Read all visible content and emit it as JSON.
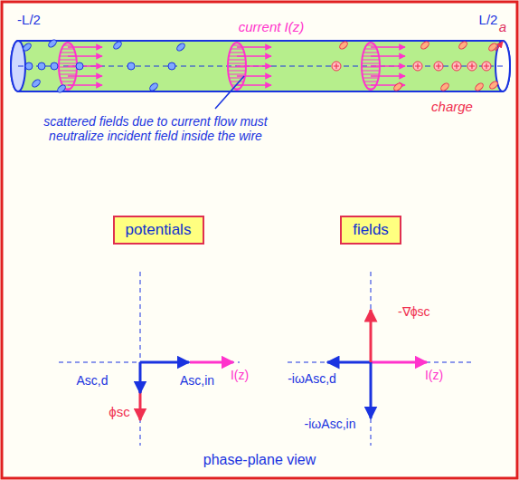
{
  "diagram": {
    "nodes": [
      {
        "text": [
          "potentials"
        ]
      },
      {
        "text": [
          "fields"
        ]
      }
    ],
    "labels": [
      "-L/2",
      "L/2",
      "current I(z)",
      "a",
      "charge",
      "scattered fields due to current flow must neutralize incident field inside the wire",
      "Asc,d",
      "Asc,in",
      "I(z)",
      "ϕsc",
      "-∇ϕsc",
      "-iωAsc,d",
      "I(z)",
      "-iωAsc,in",
      "phase-plane view"
    ]
  }
}
